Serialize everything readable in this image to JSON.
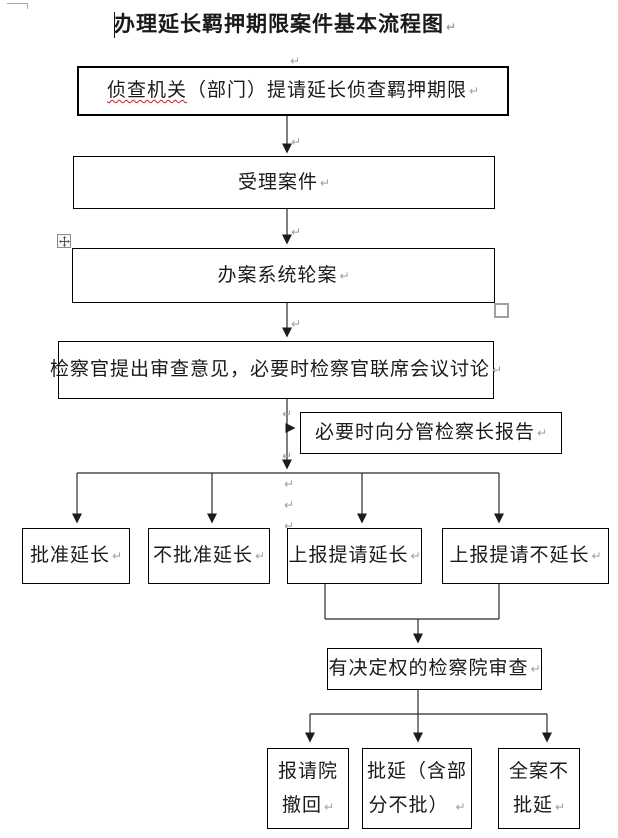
{
  "page": {
    "title": "办理延长羁押期限案件基本流程图",
    "pilcrow": "↵"
  },
  "nodes": {
    "request": {
      "misspelled": "侦查机关",
      "rest": "（部门）提请延长侦查羁押期限"
    },
    "accept": {
      "label": "受理案件"
    },
    "case_rotation": {
      "label": "办案系统轮案"
    },
    "prosecutor_review": {
      "label": "检察官提出审查意见，必要时检察官联席会议讨论"
    },
    "report_chief": {
      "label": "必要时向分管检察长报告"
    },
    "approve_extend": {
      "label": "批准延长"
    },
    "disapprove_extend": {
      "label": "不批准延长"
    },
    "submit_extend": {
      "label": "上报提请延长"
    },
    "submit_not_extend": {
      "label": "上报提请不延长"
    },
    "authority_review": {
      "label": "有决定权的检察院审查"
    },
    "withdraw": {
      "line1": "报请院",
      "line2": "撤回"
    },
    "approve_partial": {
      "line1": "批延（含部",
      "line2": "分不批）"
    },
    "reject_all": {
      "line1": "全案不",
      "line2": "批延"
    }
  }
}
